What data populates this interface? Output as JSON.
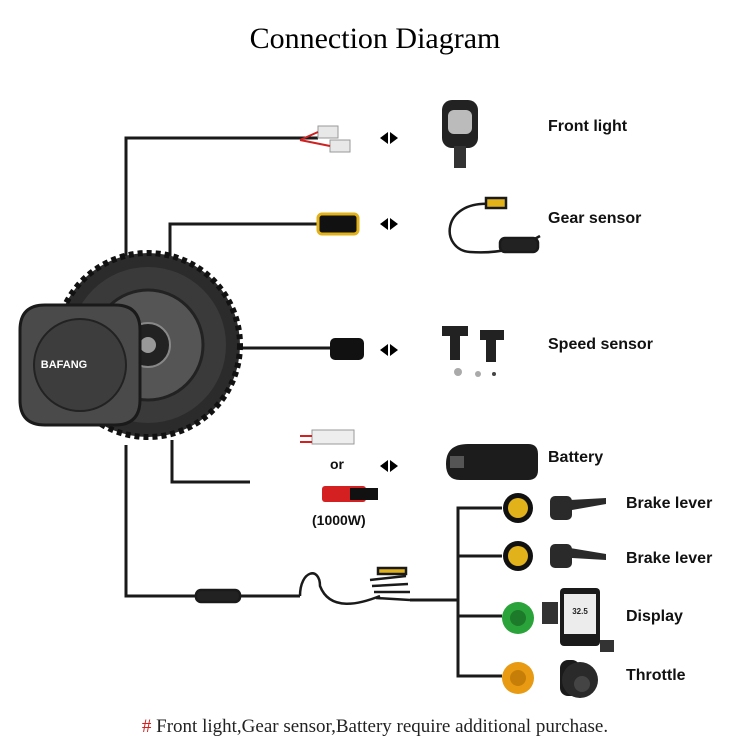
{
  "title": "Connection Diagram",
  "motor_brand": "BAFANG",
  "components": {
    "front_light": "Front light",
    "gear_sensor": "Gear sensor",
    "speed_sensor": "Speed sensor",
    "battery": "Battery",
    "battery_or": "or",
    "battery_1000w": "(1000W)",
    "brake_lever_1": "Brake lever",
    "brake_lever_2": "Brake lever",
    "display": "Display",
    "throttle": "Throttle"
  },
  "display_reading": "32.5",
  "footnote": {
    "symbol": "#",
    "text": " Front light,Gear sensor,Battery require additional purchase."
  },
  "colors": {
    "connector_yellow": "#e2b21a",
    "connector_green": "#2aa43a",
    "connector_orange": "#e79a12",
    "accent_red": "#d42020",
    "cable": "#1a1a1a"
  }
}
